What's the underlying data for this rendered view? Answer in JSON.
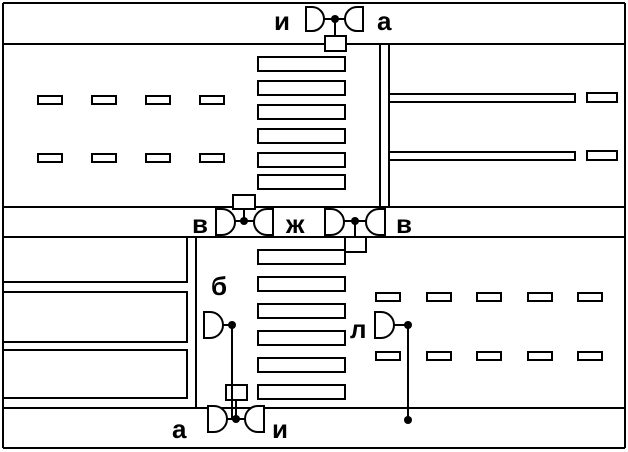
{
  "labels": {
    "top_left": "и",
    "top_right": "а",
    "mid_left": "в",
    "mid_center": "ж",
    "mid_right": "в",
    "b_label": "б",
    "l_label": "л",
    "bottom_left": "а",
    "bottom_right": "и"
  }
}
